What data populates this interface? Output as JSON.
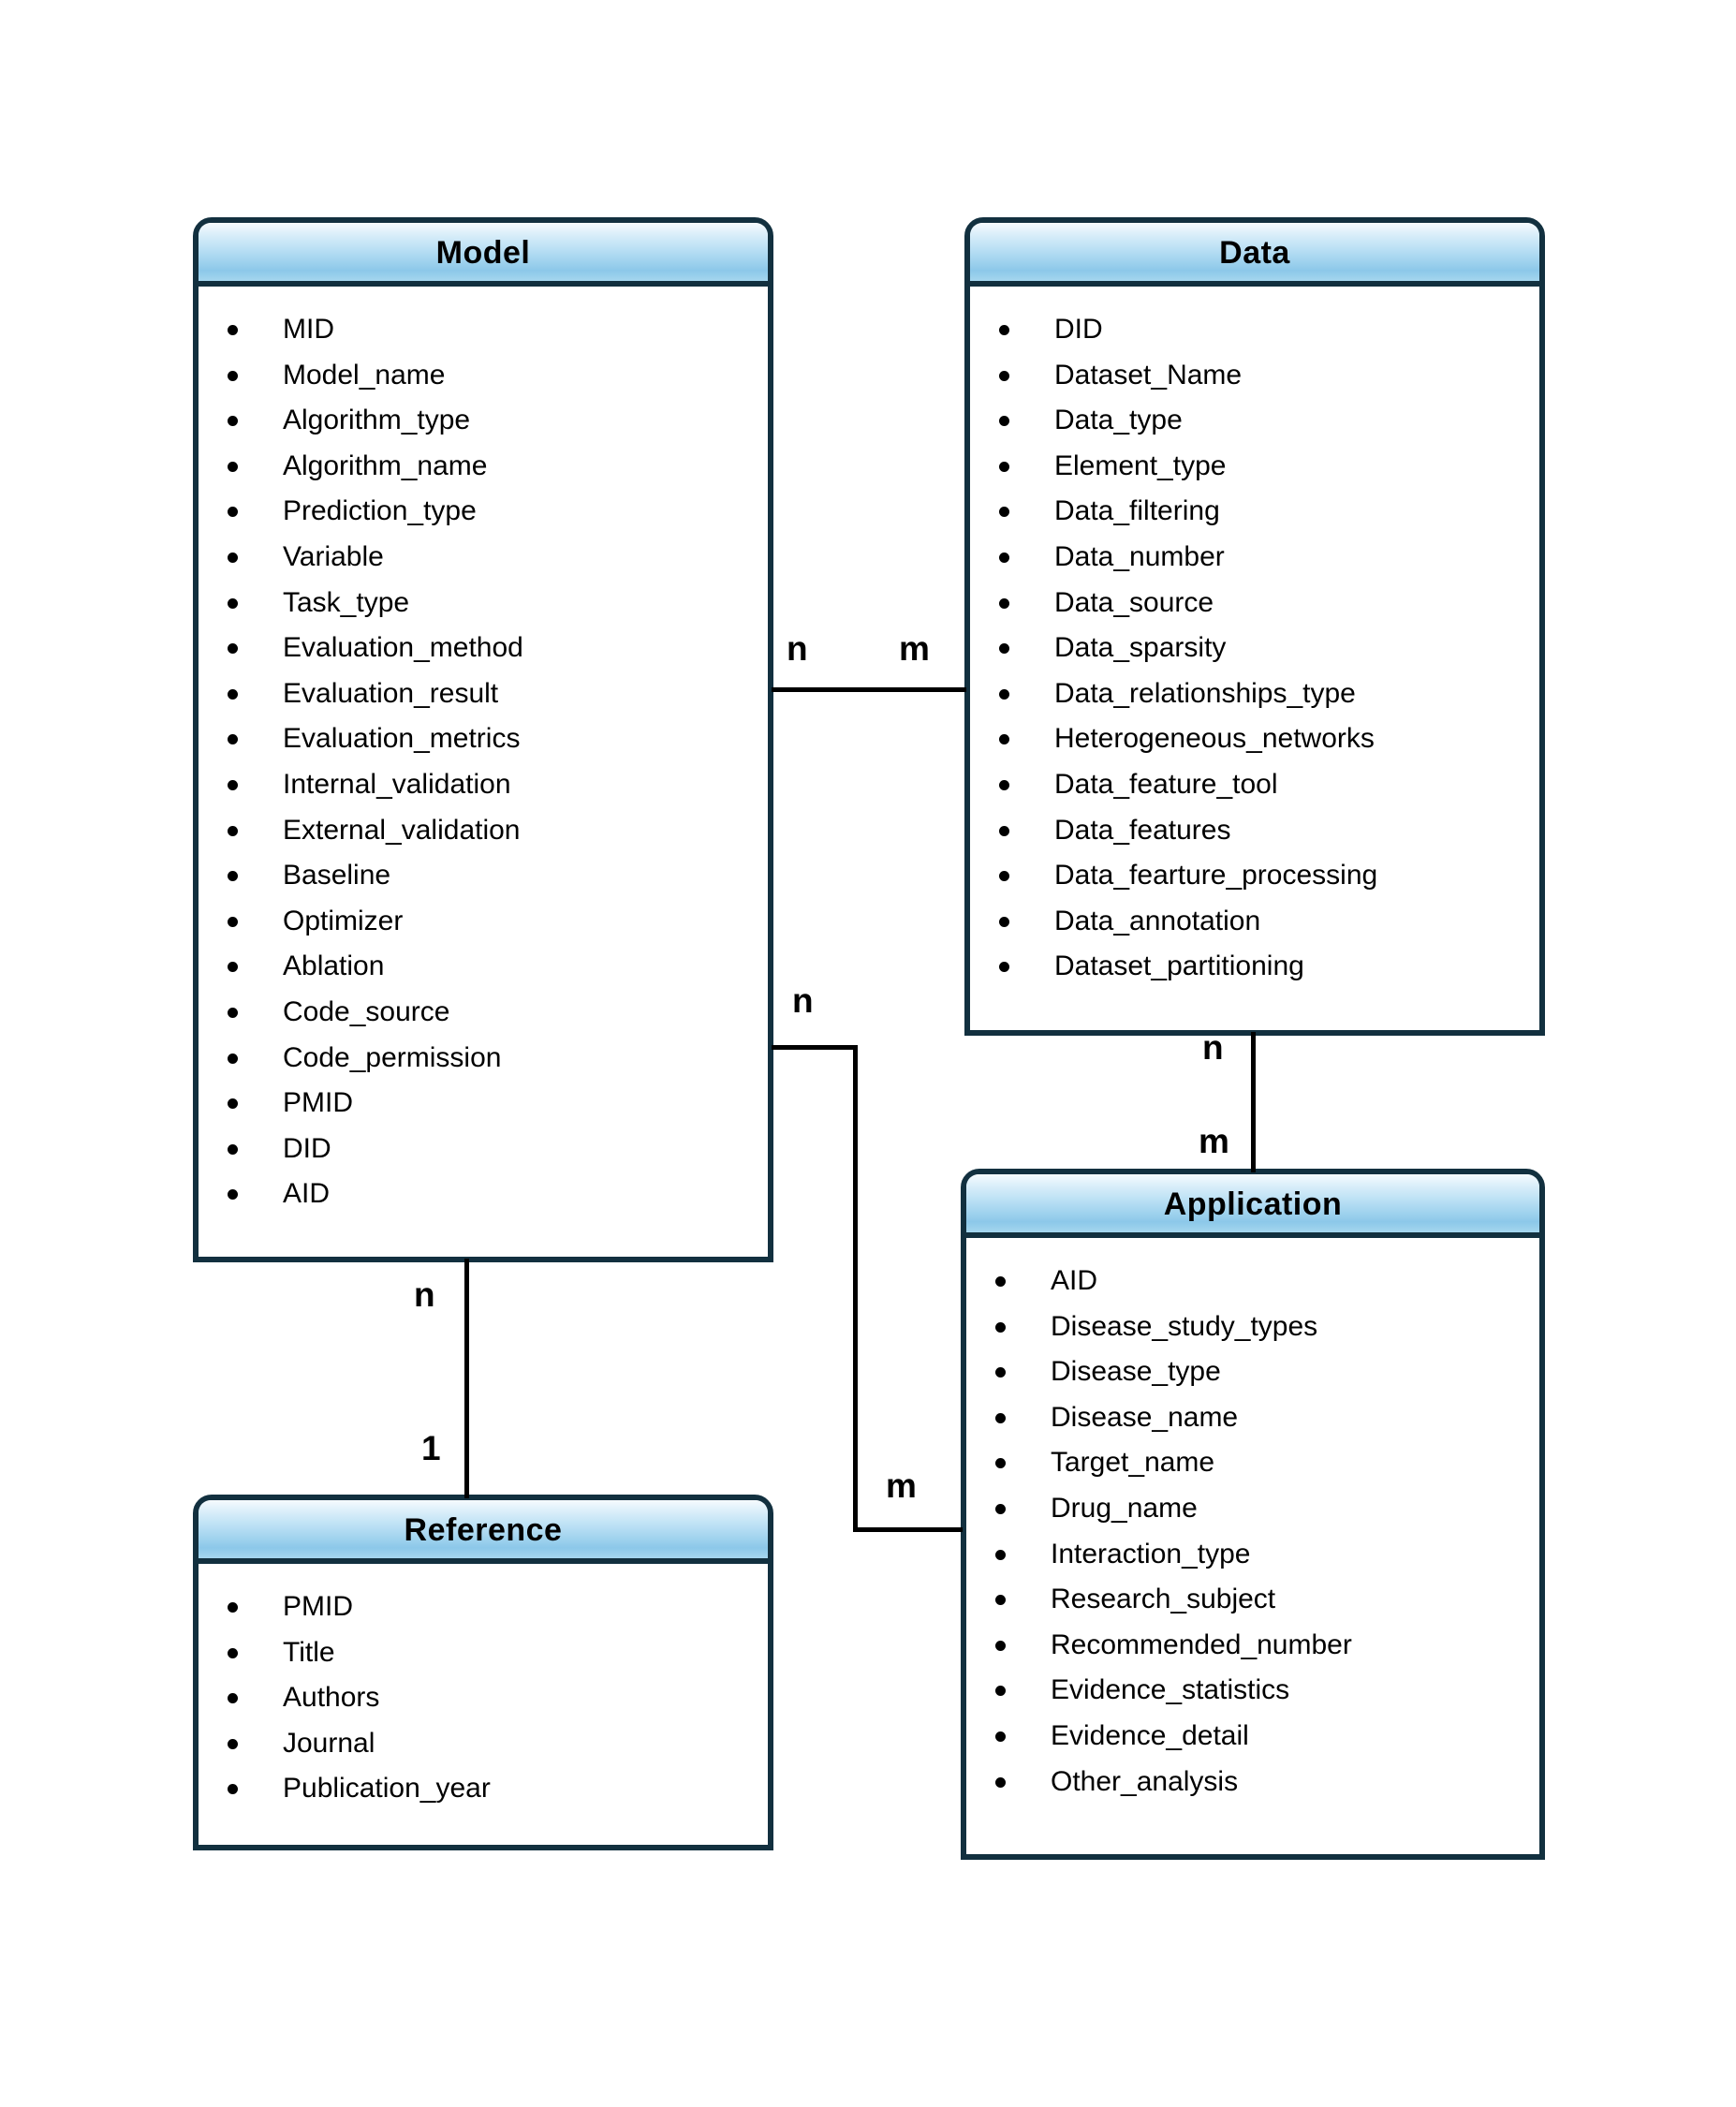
{
  "diagram": {
    "entities": {
      "model": {
        "title": "Model",
        "attributes": [
          "MID",
          "Model_name",
          "Algorithm_type",
          "Algorithm_name",
          "Prediction_type",
          "Variable",
          "Task_type",
          "Evaluation_method",
          "Evaluation_result",
          "Evaluation_metrics",
          "Internal_validation",
          "External_validation",
          "Baseline",
          "Optimizer",
          "Ablation",
          "Code_source",
          "Code_permission",
          "PMID",
          "DID",
          "AID"
        ]
      },
      "data": {
        "title": "Data",
        "attributes": [
          "DID",
          "Dataset_Name",
          "Data_type",
          "Element_type",
          "Data_filtering",
          "Data_number",
          "Data_source",
          "Data_sparsity",
          "Data_relationships_type",
          "Heterogeneous_networks",
          "Data_feature_tool",
          "Data_features",
          "Data_fearture_processing",
          "Data_annotation",
          "Dataset_partitioning"
        ]
      },
      "reference": {
        "title": "Reference",
        "attributes": [
          "PMID",
          "Title",
          "Authors",
          "Journal",
          "Publication_year"
        ]
      },
      "application": {
        "title": "Application",
        "attributes": [
          "AID",
          "Disease_study_types",
          "Disease_type",
          "Disease_name",
          "Target_name",
          "Drug_name",
          "Interaction_type",
          "Research_subject",
          "Recommended_number",
          "Evidence_statistics",
          "Evidence_detail",
          "Other_analysis"
        ]
      }
    },
    "relationships": {
      "model_data": {
        "from_label": "n",
        "to_label": "m"
      },
      "model_application": {
        "from_label": "n",
        "to_label": "m"
      },
      "data_application": {
        "from_label": "n",
        "to_label": "m"
      },
      "model_reference": {
        "from_label": "n",
        "to_label": "1"
      }
    },
    "colors": {
      "box_border": "#12303f",
      "header_gradient_top": "#f6fbfe",
      "header_gradient_bottom": "#8cc8e9",
      "connector_line": "#000000",
      "text": "#000000"
    }
  }
}
